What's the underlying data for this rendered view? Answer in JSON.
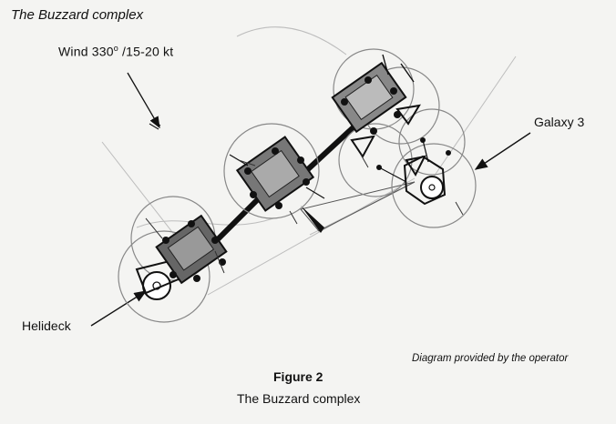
{
  "header": {
    "title": "The Buzzard complex"
  },
  "wind": {
    "label": "Wind  330",
    "deg": "o",
    "speed": " /15-20 kt"
  },
  "callouts": {
    "galaxy": "Galaxy 3",
    "helideck": "Helideck"
  },
  "credit": "Diagram provided by the operator",
  "figure": {
    "number": "Figure 2",
    "caption": "The Buzzard complex"
  }
}
